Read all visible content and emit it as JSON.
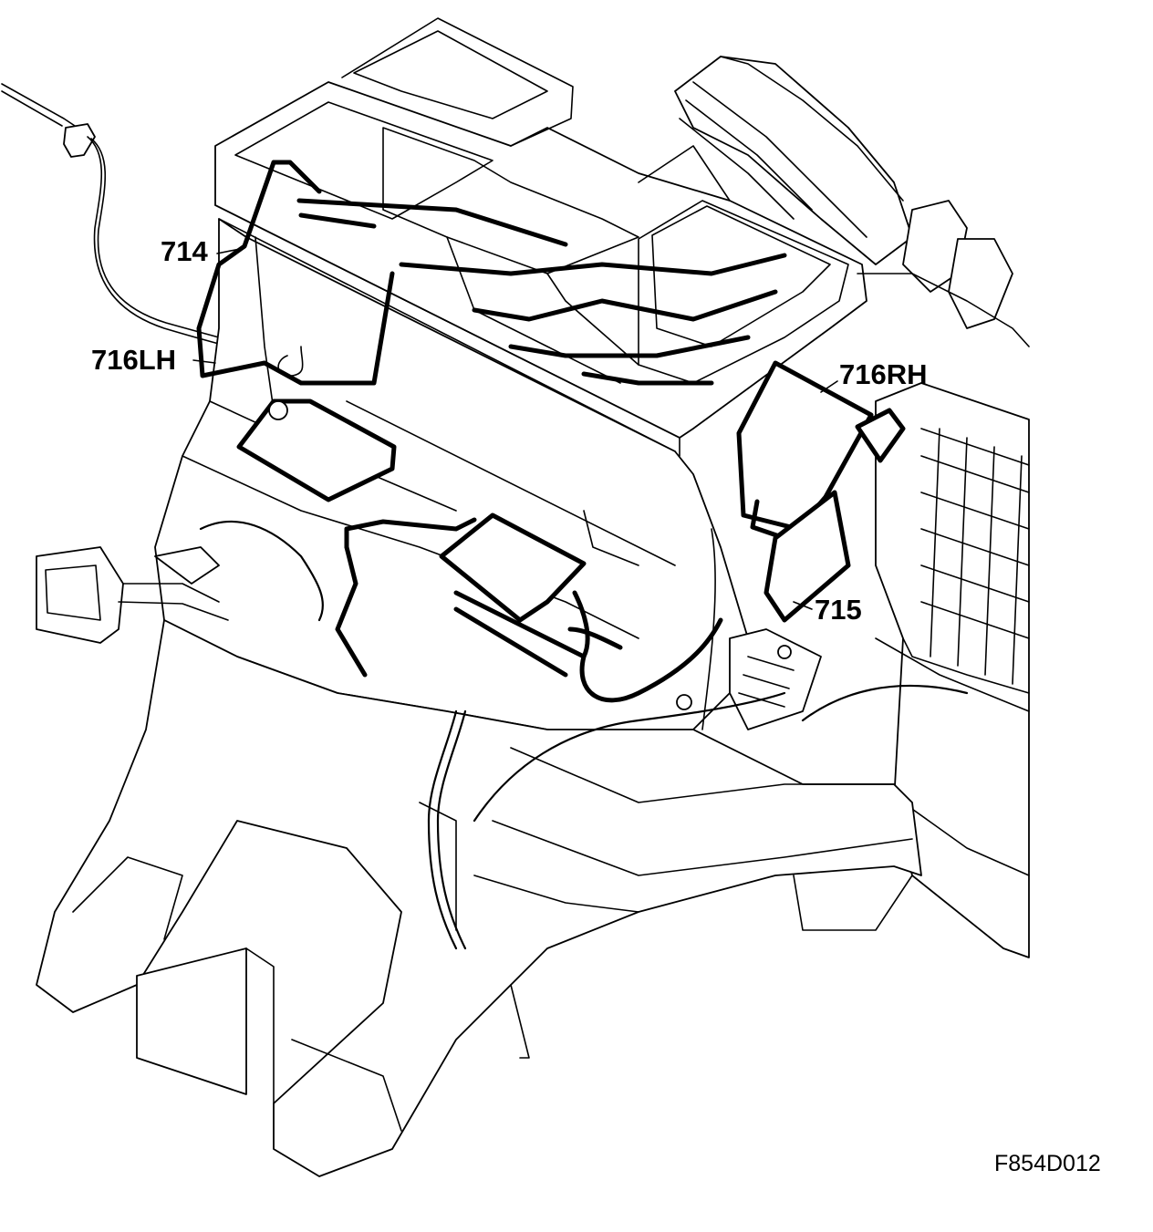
{
  "diagram": {
    "callouts": {
      "c714": "714",
      "c716lh": "716LH",
      "c716rh": "716RH",
      "c715": "715"
    },
    "figure_id": "F854D012"
  }
}
